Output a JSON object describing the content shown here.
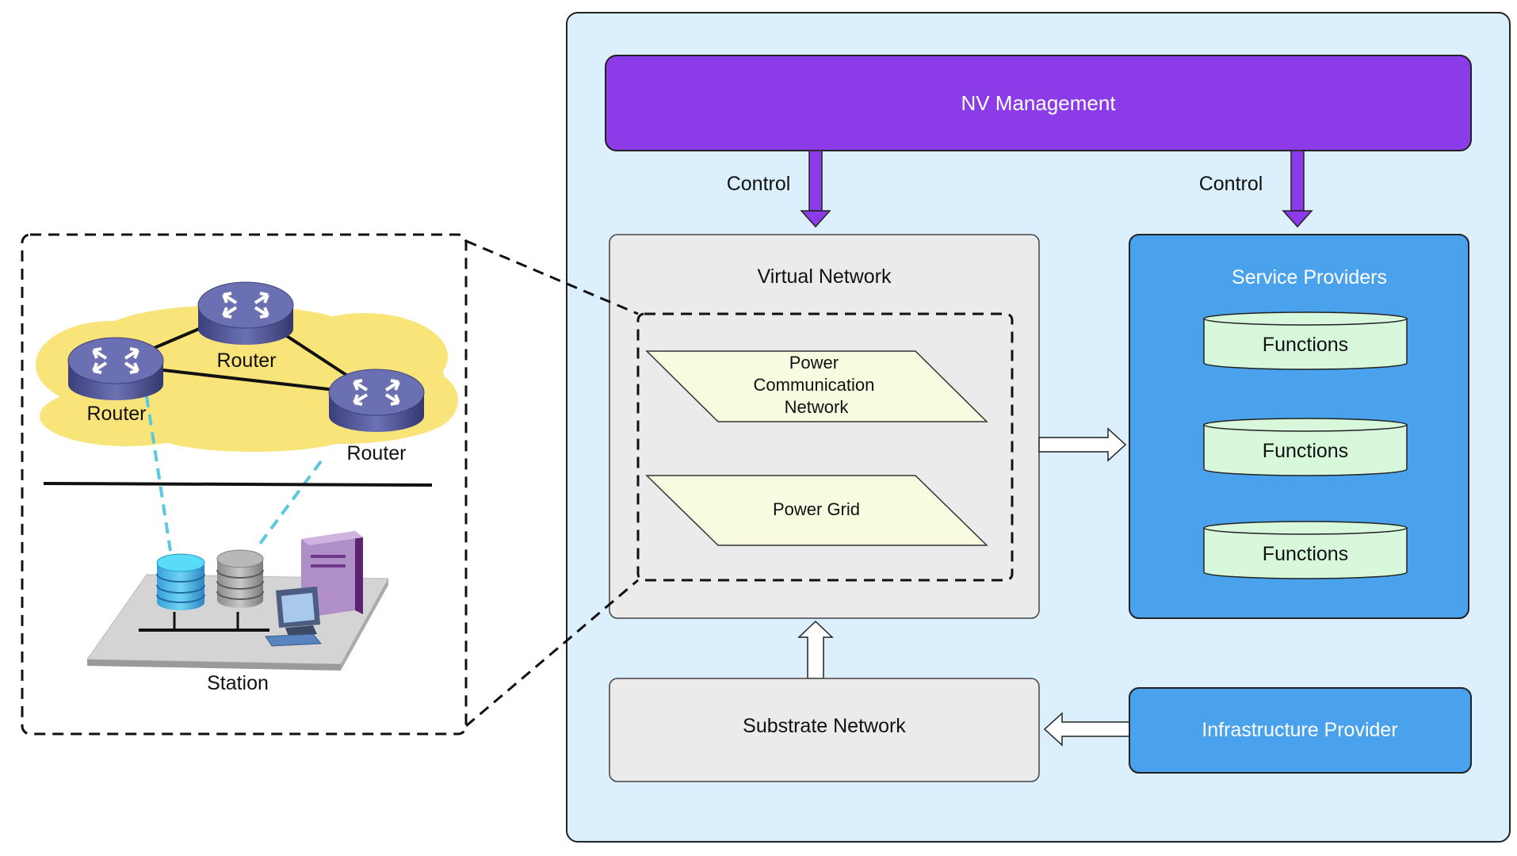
{
  "colors": {
    "panel_bg": "#dbeffc",
    "management": "#8b3ce8",
    "gray_box": "#ebebeb",
    "service_blue": "#4aa2ec",
    "function_fill": "#d8f8dc",
    "parallelogram_fill": "#f8fbdf",
    "cloud": "#f8e479",
    "dashed_link": "#5cc8e0",
    "router": "#5a5e9c"
  },
  "left_inset": {
    "routers": [
      "Router",
      "Router",
      "Router"
    ],
    "station_label": "Station"
  },
  "architecture": {
    "nv_management": "NV Management",
    "control_left": "Control",
    "control_right": "Control",
    "virtual_network": {
      "title": "Virtual Network",
      "layers": [
        [
          "Power",
          "Communication",
          "Network"
        ],
        [
          "Power Grid"
        ]
      ]
    },
    "service_providers": {
      "title": "Service Providers",
      "functions": [
        "Functions",
        "Functions",
        "Functions"
      ]
    },
    "substrate_network": "Substrate Network",
    "infrastructure_provider": "Infrastructure Provider"
  }
}
